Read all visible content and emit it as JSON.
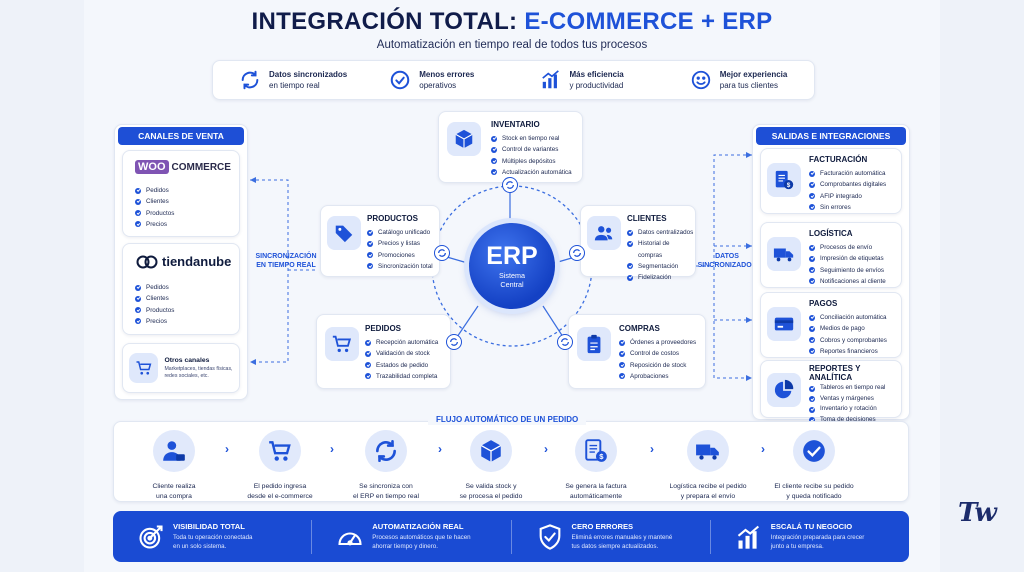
{
  "header": {
    "title_main": "INTEGRACIÓN TOTAL:",
    "title_highlight": "E-COMMERCE + ERP",
    "subtitle": "Automatización en tiempo real de todos tus procesos"
  },
  "benefits": [
    {
      "title": "Datos sincronizados",
      "desc": "en tiempo real",
      "icon": "refresh-icon"
    },
    {
      "title": "Menos errores",
      "desc": "operativos",
      "icon": "check-circle-icon"
    },
    {
      "title": "Más eficiencia",
      "desc": "y productividad",
      "icon": "growth-chart-icon"
    },
    {
      "title": "Mejor experiencia",
      "desc": "para tus clientes",
      "icon": "smile-icon"
    }
  ],
  "channels": {
    "header": "CANALES DE VENTA",
    "woo": {
      "logo_woo": "WOO",
      "logo_commerce": "COMMERCE",
      "items": [
        "Pedidos",
        "Clientes",
        "Productos",
        "Precios"
      ]
    },
    "tiendanube": {
      "logo": "tiendanube",
      "items": [
        "Pedidos",
        "Clientes",
        "Productos",
        "Precios"
      ]
    },
    "others": {
      "title": "Otros canales",
      "desc": "Marketplaces, tiendas físicas, redes sociales, etc."
    }
  },
  "sync_label": {
    "line1": "SINCRONIZACIÓN",
    "line2": "EN TIEMPO REAL"
  },
  "data_label": {
    "line1": "DATOS",
    "line2": "SINCRONIZADOS"
  },
  "erp": {
    "title": "ERP",
    "line1": "Sistema",
    "line2": "Central"
  },
  "modules": {
    "inventario": {
      "title": "INVENTARIO",
      "items": [
        "Stock en tiempo real",
        "Control de variantes",
        "Múltiples depósitos",
        "Actualización automática"
      ]
    },
    "productos": {
      "title": "PRODUCTOS",
      "items": [
        "Catálogo unificado",
        "Precios y listas",
        "Promociones",
        "Sincronización total"
      ]
    },
    "clientes": {
      "title": "CLIENTES",
      "items": [
        "Datos centralizados",
        "Historial de compras",
        "Segmentación",
        "Fidelización"
      ]
    },
    "pedidos": {
      "title": "PEDIDOS",
      "items": [
        "Recepción automática",
        "Validación de stock",
        "Estados de pedido",
        "Trazabilidad completa"
      ]
    },
    "compras": {
      "title": "COMPRAS",
      "items": [
        "Órdenes a proveedores",
        "Control de costos",
        "Reposición de stock",
        "Aprobaciones"
      ]
    }
  },
  "outputs": {
    "header": "SALIDAS E INTEGRACIONES",
    "facturacion": {
      "title": "FACTURACIÓN",
      "items": [
        "Facturación automática",
        "Comprobantes digitales",
        "AFIP integrado",
        "Sin errores"
      ]
    },
    "logistica": {
      "title": "LOGÍSTICA",
      "items": [
        "Procesos de envío",
        "Impresión de etiquetas",
        "Seguimiento de envíos",
        "Notificaciones al cliente"
      ]
    },
    "pagos": {
      "title": "PAGOS",
      "items": [
        "Conciliación automática",
        "Medios de pago",
        "Cobros y comprobantes",
        "Reportes financieros"
      ]
    },
    "reportes": {
      "title": "REPORTES Y ANALÍTICA",
      "items": [
        "Tableros en tiempo real",
        "Ventas y márgenes",
        "Inventario y rotación",
        "Toma de decisiones"
      ]
    }
  },
  "flow": {
    "title": "FLUJO AUTOMÁTICO DE UN PEDIDO",
    "steps": [
      {
        "l1": "Cliente realiza",
        "l2": "una compra"
      },
      {
        "l1": "El pedido ingresa",
        "l2": "desde el e-commerce"
      },
      {
        "l1": "Se sincroniza con",
        "l2": "el ERP en tiempo real"
      },
      {
        "l1": "Se valida stock y",
        "l2": "se procesa el pedido"
      },
      {
        "l1": "Se genera la factura",
        "l2": "automáticamente"
      },
      {
        "l1": "Logística recibe el pedido",
        "l2": "y prepara el envío"
      },
      {
        "l1": "El cliente recibe su pedido",
        "l2": "y queda notificado"
      }
    ],
    "arrow": "›"
  },
  "bottom": [
    {
      "title": "VISIBILIDAD TOTAL",
      "l1": "Toda tu operación conectada",
      "l2": "en un solo sistema."
    },
    {
      "title": "AUTOMATIZACIÓN REAL",
      "l1": "Procesos automáticos que te hacen",
      "l2": "ahorrar tiempo y dinero."
    },
    {
      "title": "CERO ERRORES",
      "l1": "Eliminá errores manuales y mantené",
      "l2": "tus datos siempre actualizados."
    },
    {
      "title": "ESCALÁ TU NEGOCIO",
      "l1": "Integración preparada para crecer",
      "l2": "junto a tu empresa."
    }
  ],
  "watermark": "Tw",
  "colors": {
    "accent": "#1e52d8",
    "dark": "#101c4a",
    "woo_purple": "#7f54b3",
    "bottom_bar": "#1a4bd3"
  }
}
